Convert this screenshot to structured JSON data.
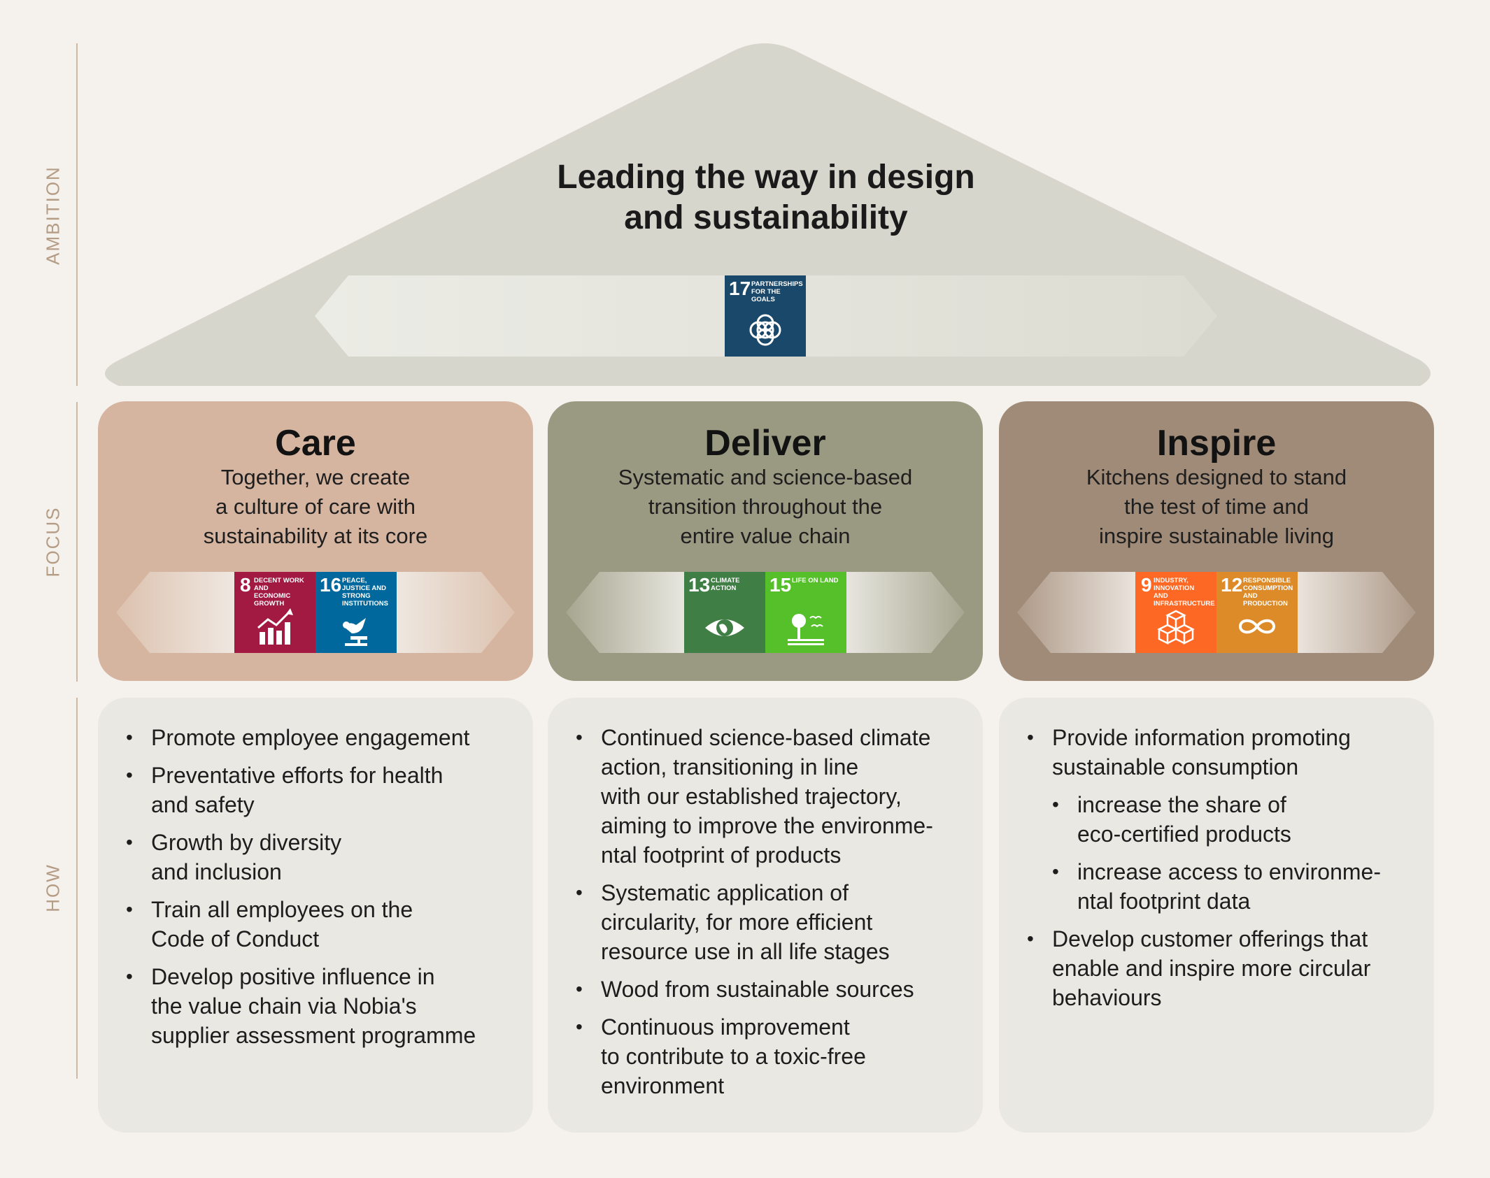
{
  "axis": {
    "ambition": "AMBITION",
    "focus": "FOCUS",
    "how": "HOW"
  },
  "ambition": {
    "title_line1": "Leading the way in design",
    "title_line2": "and sustainability"
  },
  "sdg_goals": {
    "g17": {
      "number": "17",
      "label": "PARTNERSHIPS FOR THE GOALS",
      "color": "#19486a"
    },
    "g8": {
      "number": "8",
      "label": "DECENT WORK AND ECONOMIC GROWTH",
      "color": "#a21942"
    },
    "g16": {
      "number": "16",
      "label": "PEACE, JUSTICE AND STRONG INSTITUTIONS",
      "color": "#00689d"
    },
    "g13": {
      "number": "13",
      "label": "CLIMATE ACTION",
      "color": "#3f7e44"
    },
    "g15": {
      "number": "15",
      "label": "LIFE ON LAND",
      "color": "#56c02b"
    },
    "g9": {
      "number": "9",
      "label": "INDUSTRY, INNOVATION AND INFRASTRUCTURE",
      "color": "#fd6925"
    },
    "g12": {
      "number": "12",
      "label": "RESPONSIBLE CONSUMPTION AND PRODUCTION",
      "color": "#dd8a28"
    }
  },
  "focus": {
    "care": {
      "title": "Care",
      "line1": "Together, we create",
      "line2": "a culture of care with",
      "line3": "sustainability at its core",
      "color": "#d5b4a0"
    },
    "deliver": {
      "title": "Deliver",
      "line1": "Systematic and science-based",
      "line2": "transition throughout the",
      "line3": "entire value chain",
      "color": "#9a9a83"
    },
    "inspire": {
      "title": "Inspire",
      "line1": "Kitchens designed to stand",
      "line2": "the test of time and",
      "line3": "inspire sustainable living",
      "color": "#a08b78"
    }
  },
  "how": {
    "care": [
      [
        "Promote employee engagement"
      ],
      [
        "Preventative efforts for health",
        "and safety"
      ],
      [
        "Growth by diversity",
        "and inclusion"
      ],
      [
        "Train all employees on the",
        "Code of Conduct"
      ],
      [
        "Develop positive influence in",
        "the value chain via Nobia's",
        "supplier assessment programme"
      ]
    ],
    "deliver": [
      [
        "Continued science-based climate",
        "action, transitioning in line",
        "with our established trajectory,",
        "aiming to improve the environme-",
        "ntal footprint of products"
      ],
      [
        "Systematic application of",
        "circularity, for more efficient",
        "resource use in all life stages"
      ],
      [
        "Wood from sustainable sources"
      ],
      [
        "Continuous improvement",
        "to contribute to a toxic-free",
        "environment"
      ]
    ],
    "inspire": {
      "item1": [
        "Provide information promoting",
        "sustainable consumption"
      ],
      "sub1": [
        "increase the share of",
        "eco-certified products"
      ],
      "sub2": [
        "increase access to environme-",
        "ntal footprint data"
      ],
      "item2": [
        "Develop customer offerings that",
        "enable and inspire more circular",
        "behaviours"
      ]
    }
  }
}
